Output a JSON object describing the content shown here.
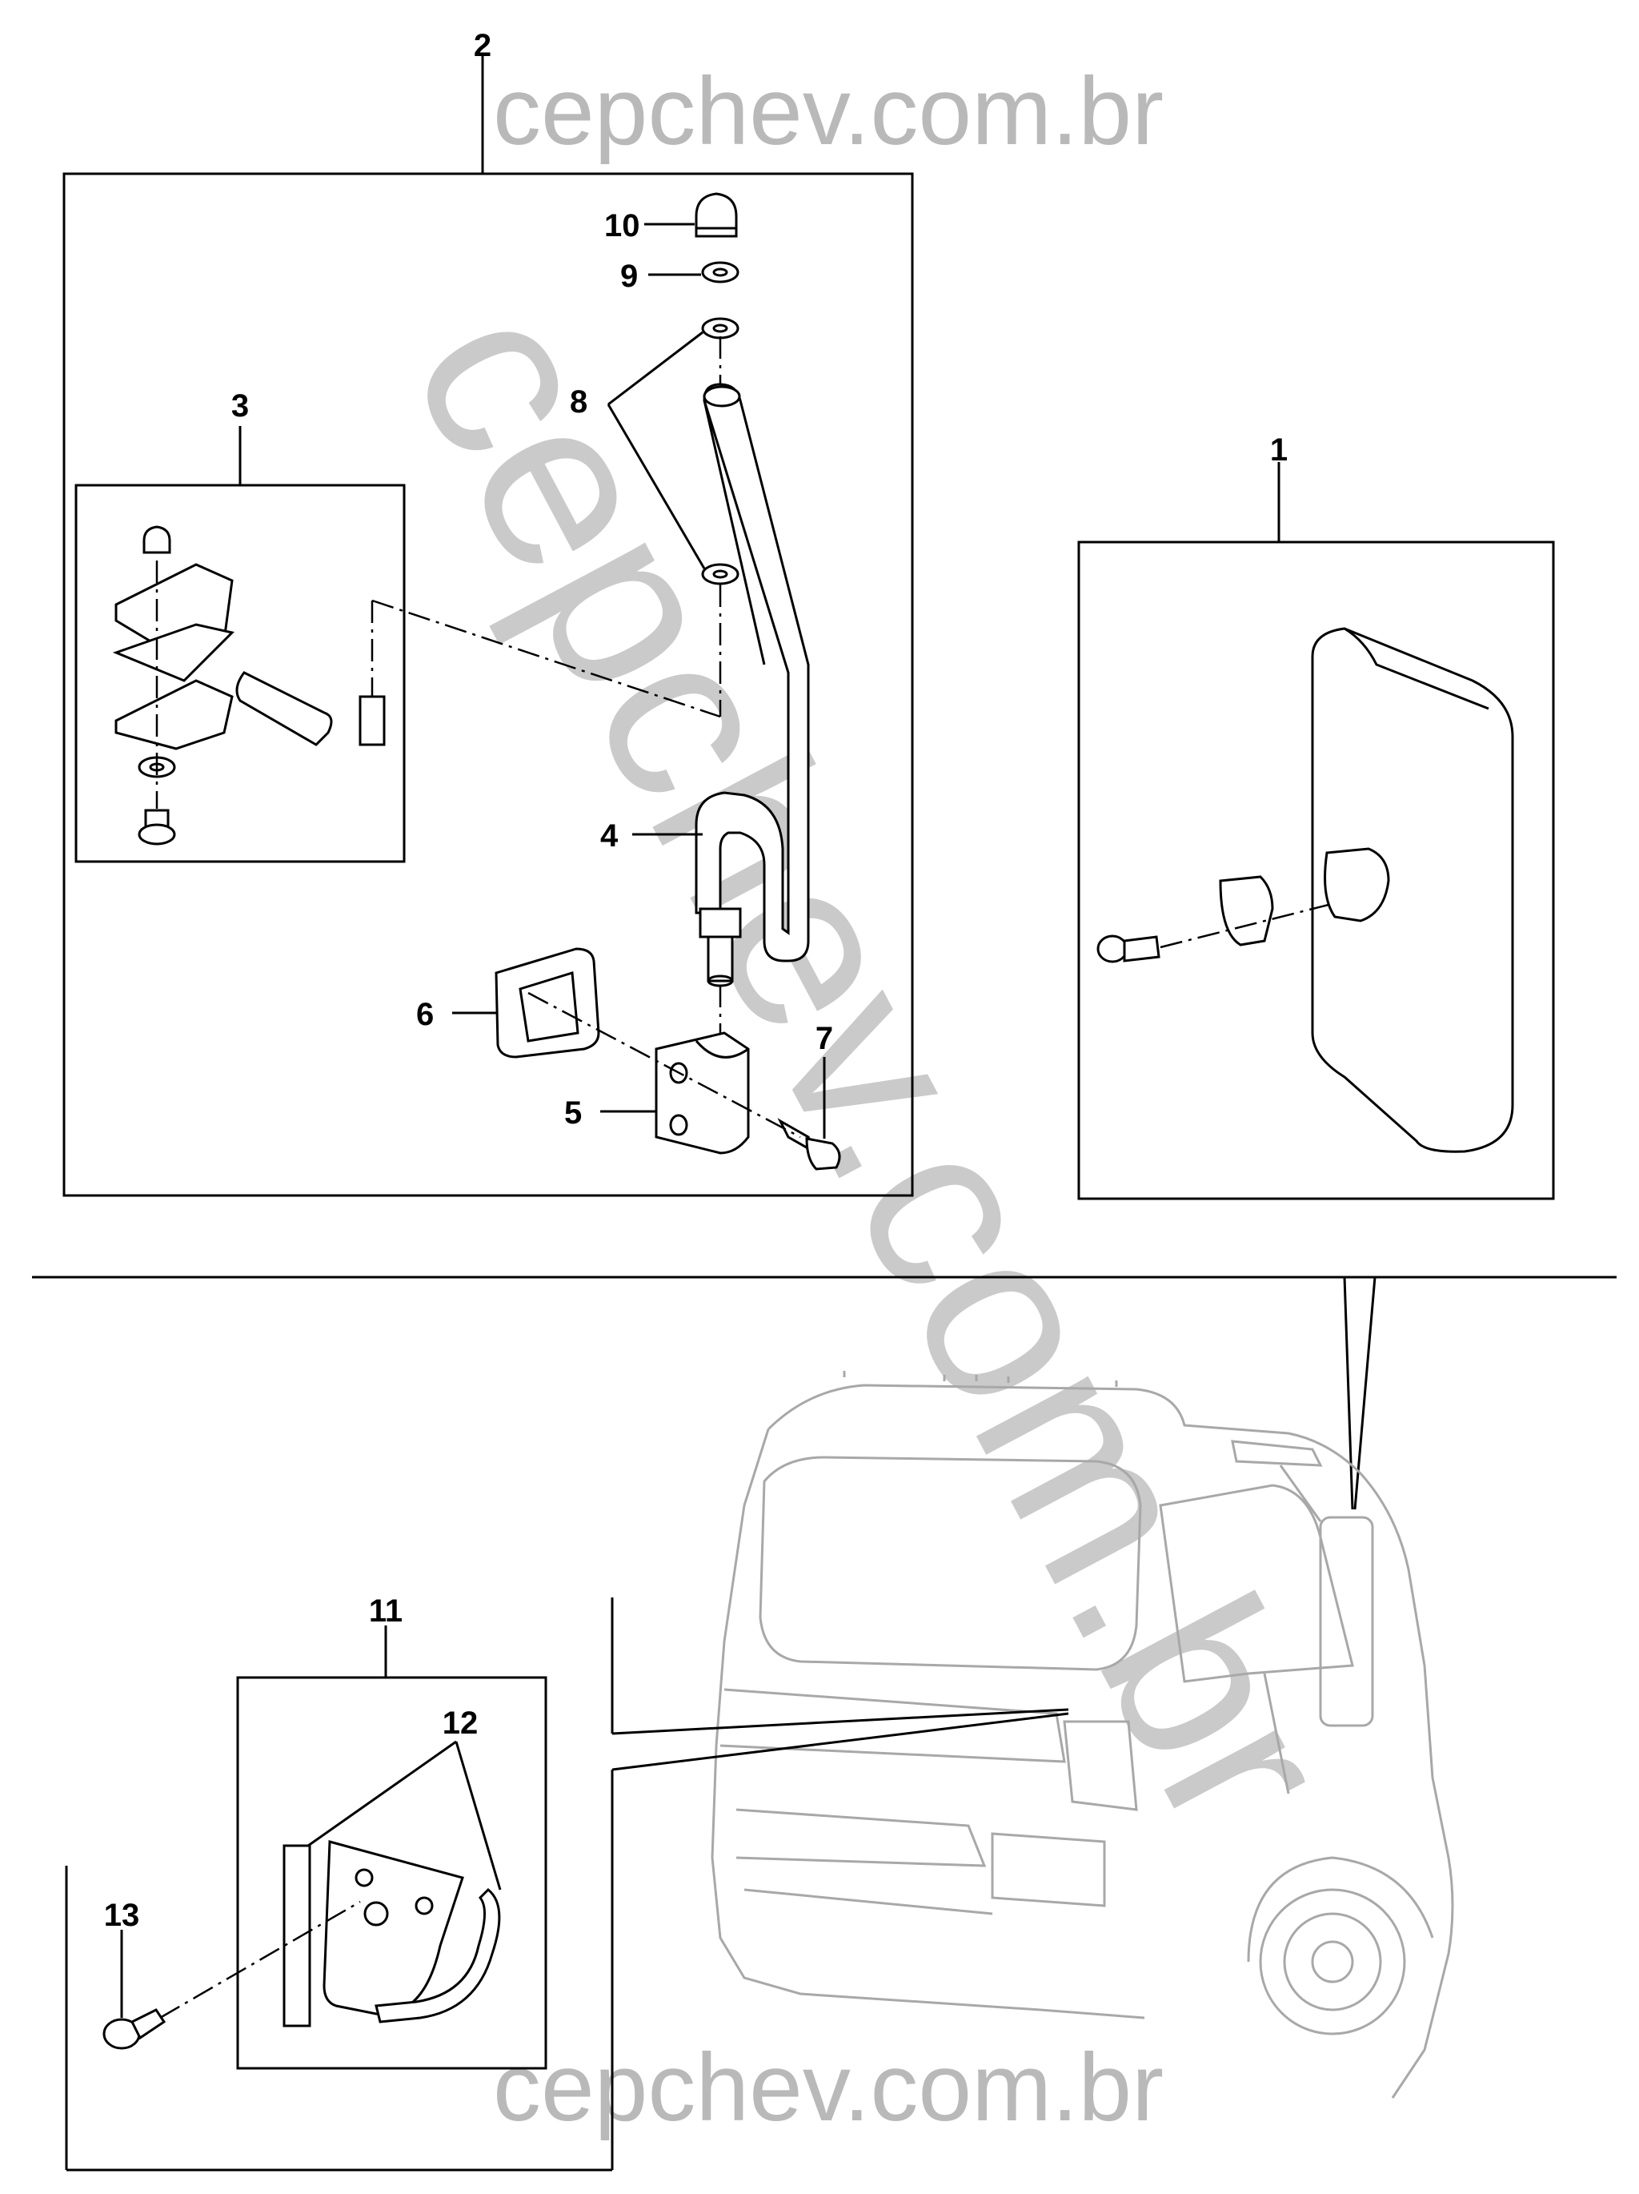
{
  "watermark": {
    "top": "cepchev.com.br",
    "diagonal": "cepchev.com.br",
    "bottom": "cepchev.com.br"
  },
  "callouts": {
    "c1": "1",
    "c2": "2",
    "c3": "3",
    "c4": "4",
    "c5": "5",
    "c6": "6",
    "c7": "7",
    "c8": "8",
    "c9": "9",
    "c10": "10",
    "c11": "11",
    "c12": "12",
    "c13": "13"
  },
  "colors": {
    "lines": "#000000",
    "truck_outline": "#a8a8a8",
    "watermark": "#b9b9b9",
    "background": "#ffffff"
  }
}
